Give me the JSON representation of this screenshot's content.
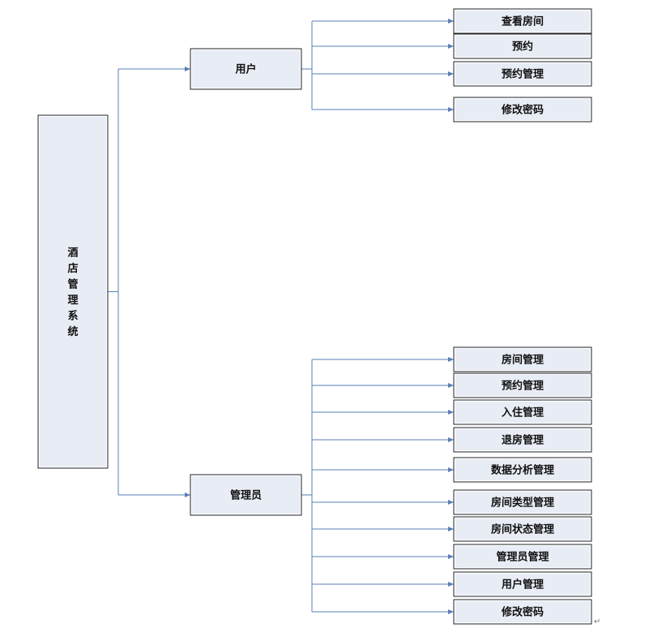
{
  "root": {
    "label": "酒店管理系统"
  },
  "branches": [
    {
      "label": "用户",
      "children": [
        "查看房间",
        "预约",
        "预约管理",
        "修改密码"
      ]
    },
    {
      "label": "管理员",
      "children": [
        "房间管理",
        "预约管理",
        "入住管理",
        "退房管理",
        "数据分析管理",
        "房间类型管理",
        "房间状态管理",
        "管理员管理",
        "用户管理",
        "修改密码"
      ]
    }
  ],
  "colors": {
    "box_fill": "#e8ecf5",
    "connector": "#5a7fb6",
    "border": "#2b2b2b"
  },
  "end_mark": "↵"
}
